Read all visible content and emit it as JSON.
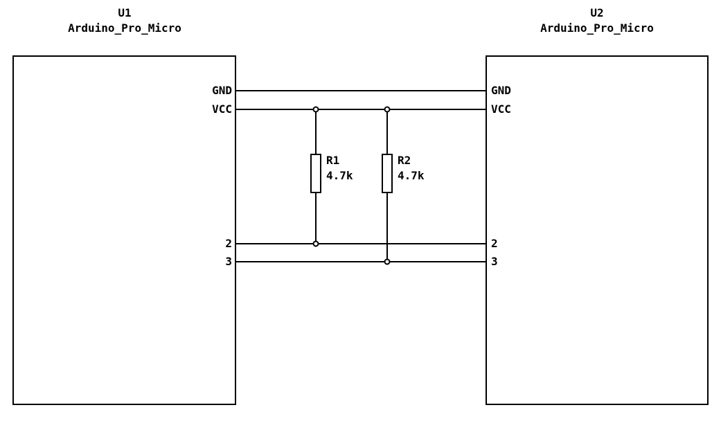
{
  "colors": {
    "line": "#000000",
    "background": "#ffffff"
  },
  "components": {
    "u1": {
      "ref": "U1",
      "name": "Arduino_Pro_Micro",
      "pins": {
        "gnd": "GND",
        "vcc": "VCC",
        "p2": "2",
        "p3": "3"
      }
    },
    "u2": {
      "ref": "U2",
      "name": "Arduino_Pro_Micro",
      "pins": {
        "gnd": "GND",
        "vcc": "VCC",
        "p2": "2",
        "p3": "3"
      }
    }
  },
  "resistors": {
    "r1": {
      "ref": "R1",
      "value": "4.7k"
    },
    "r2": {
      "ref": "R2",
      "value": "4.7k"
    }
  },
  "nets": [
    {
      "connects": [
        "U1.GND",
        "U2.GND"
      ]
    },
    {
      "connects": [
        "U1.VCC",
        "U2.VCC",
        "R1.top",
        "R2.top"
      ]
    },
    {
      "connects": [
        "U1.2",
        "U2.2",
        "R1.bottom"
      ]
    },
    {
      "connects": [
        "U1.3",
        "U2.3",
        "R2.bottom"
      ]
    }
  ]
}
